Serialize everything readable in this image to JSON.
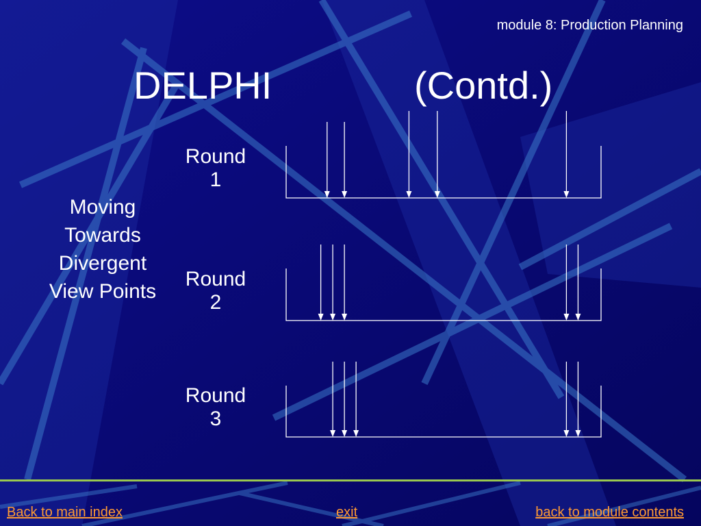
{
  "header": {
    "module": "module 8: Production Planning",
    "title_left": "DELPHI",
    "title_right": "(Contd.)"
  },
  "side_text": [
    "Moving",
    "Towards",
    "Divergent",
    "View Points"
  ],
  "rounds": [
    {
      "label_line1": "Round",
      "label_line2": "1",
      "arrow_positions": [
        0.13,
        0.185,
        0.39,
        0.48,
        0.89
      ]
    },
    {
      "label_line1": "Round",
      "label_line2": "2",
      "arrow_positions": [
        0.11,
        0.148,
        0.185,
        0.89,
        0.927
      ]
    },
    {
      "label_line1": "Round",
      "label_line2": "3",
      "arrow_positions": [
        0.148,
        0.185,
        0.222,
        0.89,
        0.927
      ]
    }
  ],
  "footer": {
    "back_main": "Back to main index ",
    "exit": "exit",
    "back_module": "back to module contents"
  },
  "colors": {
    "background": "#0a0a78",
    "text": "#ffffff",
    "link": "#ff9a33",
    "divider": "#9ac84f"
  }
}
